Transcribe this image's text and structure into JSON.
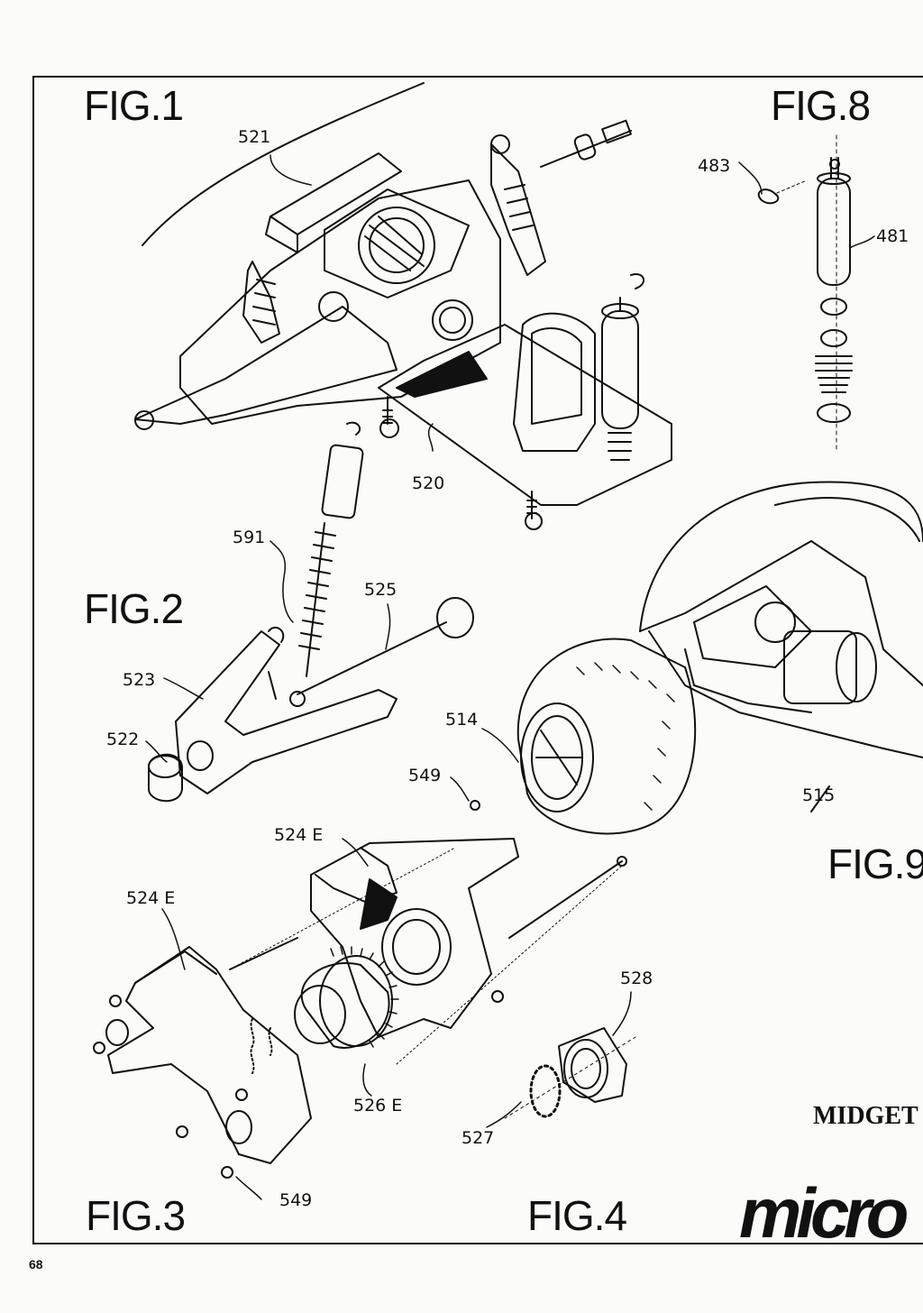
{
  "figures": {
    "fig1": "FIG.1",
    "fig2": "FIG.2",
    "fig3": "FIG.3",
    "fig4": "FIG.4",
    "fig8": "FIG.8",
    "fig9": "FIG.9"
  },
  "callouts": {
    "p521": "521",
    "p520": "520",
    "p483": "483",
    "p481": "481",
    "p591": "591",
    "p525": "525",
    "p523": "523",
    "p522": "522",
    "p514": "514",
    "p549a": "549",
    "p515": "515",
    "p524a": "524 E",
    "p524b": "524 E",
    "p528": "528",
    "p526": "526 E",
    "p527": "527",
    "p549b": "549"
  },
  "brand": "MIDGET",
  "logo": "micro",
  "page_number": "68"
}
